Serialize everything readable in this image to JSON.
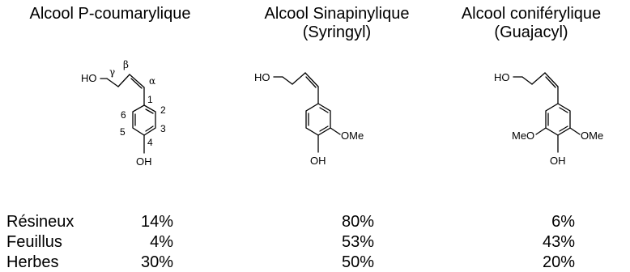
{
  "headings": [
    {
      "line1": "Alcool P-coumarylique",
      "line2": ""
    },
    {
      "line1": "Alcool Sinapinylique",
      "line2": "(Syringyl)"
    },
    {
      "line1": "Alcool coniférylique",
      "line2": "(Guajacyl)"
    }
  ],
  "structures": {
    "coumaryl": {
      "ho": "HO",
      "oh": "OH",
      "greek": {
        "gamma": "γ",
        "beta": "β",
        "alpha": "α"
      },
      "ring_numbers": [
        "1",
        "2",
        "3",
        "4",
        "5",
        "6"
      ]
    },
    "sinapyl": {
      "ho": "HO",
      "oh": "OH",
      "ome": "OMe"
    },
    "coniferyl": {
      "ho": "HO",
      "oh": "OH",
      "ome_right": "OMe",
      "meo_left": "MeO"
    }
  },
  "table": {
    "rows": [
      {
        "label": "Résineux",
        "values": [
          "14%",
          "80%",
          "6%"
        ]
      },
      {
        "label": "Feuillus",
        "values": [
          "4%",
          "53%",
          "43%"
        ]
      },
      {
        "label": "Herbes",
        "values": [
          "30%",
          "50%",
          "20%"
        ]
      }
    ]
  }
}
